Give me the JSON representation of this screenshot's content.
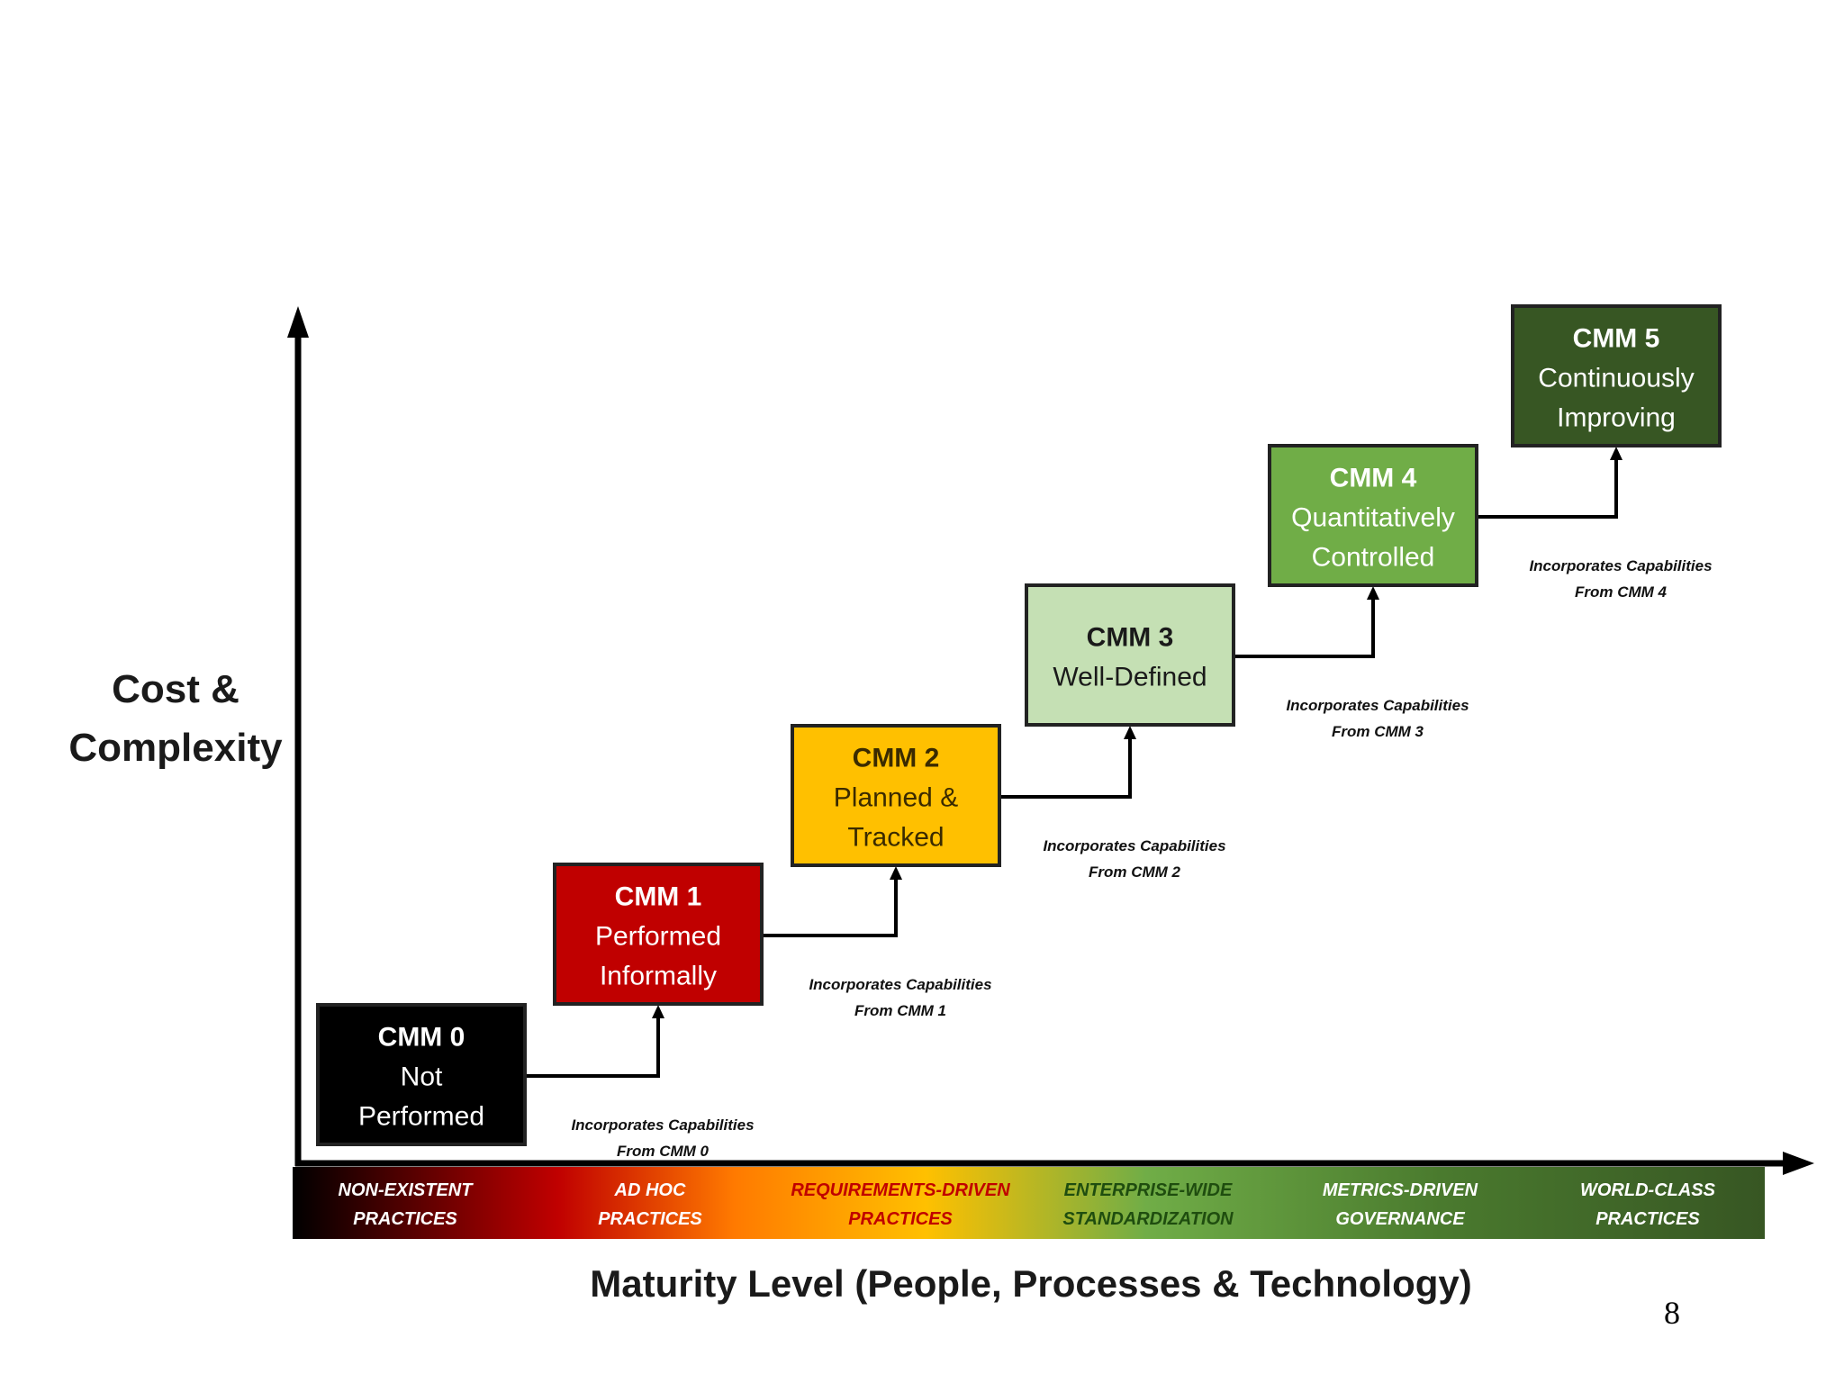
{
  "y_axis": {
    "line1": "Cost &",
    "line2": "Complexity"
  },
  "x_axis": {
    "label": "Maturity Level (People, Processes & Technology)"
  },
  "page_number": "8",
  "stages": [
    {
      "title": "CMM 0",
      "lines": [
        "Not",
        "Performed"
      ],
      "fill": "#000000",
      "text_color": "#ffffff"
    },
    {
      "title": "CMM 1",
      "lines": [
        "Performed",
        "Informally"
      ],
      "fill": "#c00000",
      "text_color": "#ffffff"
    },
    {
      "title": "CMM 2",
      "lines": [
        "Planned &",
        "Tracked"
      ],
      "fill": "#ffc000",
      "text_color": "#3a2a00"
    },
    {
      "title": "CMM 3",
      "lines": [
        "Well-Defined"
      ],
      "fill": "#c5e0b4",
      "text_color": "#1a1a1a"
    },
    {
      "title": "CMM 4",
      "lines": [
        "Quantitatively",
        "Controlled"
      ],
      "fill": "#70ad47",
      "text_color": "#ffffff"
    },
    {
      "title": "CMM 5",
      "lines": [
        "Continuously",
        "Improving"
      ],
      "fill": "#375623",
      "text_color": "#ffffff"
    }
  ],
  "connectors": [
    {
      "line1": "Incorporates Capabilities",
      "line2": "From CMM 0"
    },
    {
      "line1": "Incorporates Capabilities",
      "line2": "From CMM 1"
    },
    {
      "line1": "Incorporates Capabilities",
      "line2": "From CMM 2"
    },
    {
      "line1": "Incorporates Capabilities",
      "line2": "From CMM 3"
    },
    {
      "line1": "Incorporates Capabilities",
      "line2": "From CMM 4"
    }
  ],
  "band_labels": [
    {
      "line1": "Non-Existent",
      "line2": "Practices"
    },
    {
      "line1": "Ad Hoc",
      "line2": "Practices"
    },
    {
      "line1": "Requirements-Driven",
      "line2": "Practices"
    },
    {
      "line1": "Enterprise-Wide",
      "line2": "Standardization"
    },
    {
      "line1": "Metrics-Driven",
      "line2": "Governance"
    },
    {
      "line1": "World-Class",
      "line2": "Practices"
    }
  ],
  "colors": {
    "band_gradient": [
      "#000000",
      "#c00000",
      "#ff7a00",
      "#ffc000",
      "#70ad47",
      "#4a7a2e",
      "#375623"
    ],
    "band_text": [
      "#ffffff",
      "#ffffff",
      "#c00000",
      "#1f4d0f",
      "#ffffff",
      "#ffffff"
    ]
  }
}
